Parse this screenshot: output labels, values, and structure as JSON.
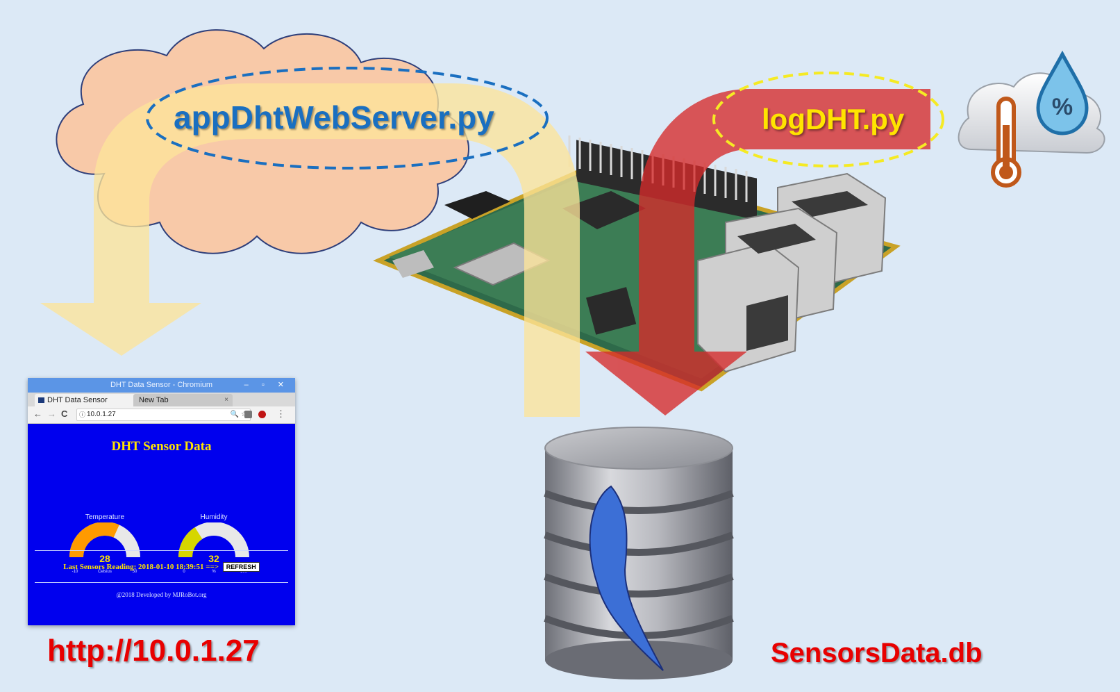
{
  "labels": {
    "web_server_script": "appDhtWebServer.py",
    "logger_script": "logDHT.py",
    "url": "http://10.0.1.27",
    "database": "SensorsData.db"
  },
  "colors": {
    "background": "#dce9f6",
    "cloud_fill": "#f8c9a8",
    "cloud_stroke": "#2f3f7a",
    "web_arrow": "#fde49a",
    "log_arrow": "#d62a2a",
    "blue_ellipse": "#1a6fc0",
    "yellow_ellipse": "#f5ea24",
    "red_label": "#e80000",
    "web_page_bg": "#0000ee",
    "page_heading": "#ffe400"
  },
  "icons": [
    "sensor-cloud-icon",
    "thermometer-icon",
    "humidity-drop-icon",
    "sqlite-feather-icon",
    "raspberry-pi-board-icon"
  ],
  "browser": {
    "window_title": "DHT Data Sensor - Chromium",
    "window_controls": "– ▫ ✕",
    "tabs": [
      {
        "label": "DHT Data Sensor",
        "close": "×"
      },
      {
        "label": "New Tab",
        "close": "×"
      }
    ],
    "address": "10.0.1.27",
    "nav_back": "←",
    "nav_forward": "→",
    "nav_reload": "C",
    "url_info": "ⓘ",
    "url_tools": "🔍 ☆",
    "menu": "⋮",
    "page": {
      "heading": "DHT Sensor Data",
      "gauges": [
        {
          "title": "Temperature",
          "value": 28,
          "min": -10,
          "max": 50,
          "unit": "Celsius",
          "color": "#ff9a00",
          "track": "#e8e8e8"
        },
        {
          "title": "Humidity",
          "value": 32,
          "min": 0,
          "max": 100,
          "unit": "%",
          "color": "#d6d600",
          "track": "#e8e8e8"
        }
      ],
      "last_reading": "Last Sensors Reading: 2018-01-10 18:39:51 ==>",
      "refresh_button": "REFRESH",
      "footer": "@2018 Developed by MJRoBot.org"
    }
  }
}
